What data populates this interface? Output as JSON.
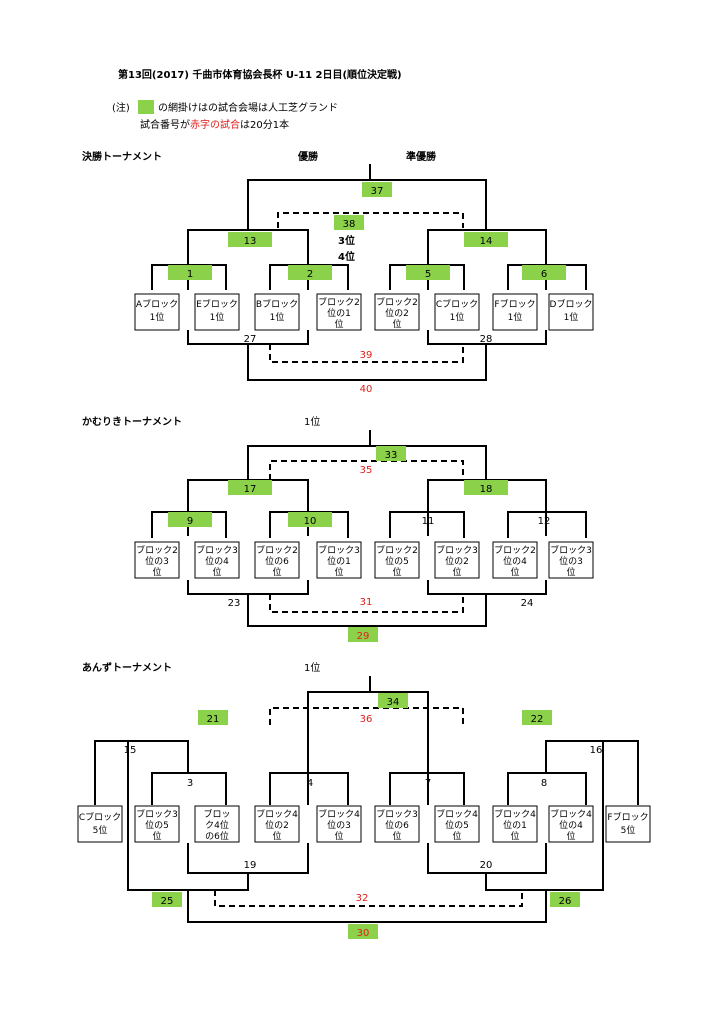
{
  "header": {
    "title": "第13回(2017) 千曲市体育協会長杯 U-11 2日目(順位決定戦)",
    "note_prefix": "(注)",
    "note_line1": "の網掛けはの試合会場は人工芝グランド",
    "note_line2a": "試合番号が",
    "note_line2b": "赤字の試合",
    "note_line2c": "は20分1本"
  },
  "colors": {
    "green": "#8cd14a",
    "red": "#e0201c"
  },
  "final": {
    "title": "決勝トーナメント",
    "winner_label": "優勝",
    "runner_label": "準優勝",
    "third_label": "3位",
    "fourth_label": "4位",
    "games": [
      "37",
      "38",
      "13",
      "14",
      "1",
      "2",
      "5",
      "6",
      "27",
      "28",
      "39",
      "40"
    ],
    "teams": [
      [
        "Aブロック",
        "1位",
        ""
      ],
      [
        "Eブロック",
        "1位",
        ""
      ],
      [
        "Bブロック",
        "1位",
        ""
      ],
      [
        "ブロック2",
        "位の1",
        "位"
      ],
      [
        "ブロック2",
        "位の2",
        "位"
      ],
      [
        "Cブロック",
        "1位",
        ""
      ],
      [
        "Fブロック",
        "1位",
        ""
      ],
      [
        "Dブロック",
        "1位",
        ""
      ]
    ]
  },
  "kamuriki": {
    "title": "かむりきトーナメント",
    "first_label": "1位",
    "games": [
      "33",
      "35",
      "17",
      "18",
      "9",
      "10",
      "11",
      "12",
      "23",
      "24",
      "31",
      "29"
    ],
    "teams": [
      [
        "ブロック2",
        "位の3",
        "位"
      ],
      [
        "ブロック3",
        "位の4",
        "位"
      ],
      [
        "ブロック2",
        "位の6",
        "位"
      ],
      [
        "ブロック3",
        "位の1",
        "位"
      ],
      [
        "ブロック2",
        "位の5",
        "位"
      ],
      [
        "ブロック3",
        "位の2",
        "位"
      ],
      [
        "ブロック2",
        "位の4",
        "位"
      ],
      [
        "ブロック3",
        "位の3",
        "位"
      ]
    ]
  },
  "anzu": {
    "title": "あんずトーナメント",
    "first_label": "1位",
    "games": [
      "34",
      "36",
      "21",
      "22",
      "15",
      "16",
      "3",
      "4",
      "7",
      "8",
      "19",
      "20",
      "25",
      "26",
      "32",
      "30"
    ],
    "teams": [
      [
        "Cブロック",
        "5位",
        ""
      ],
      [
        "ブロック3",
        "位の5",
        "位"
      ],
      [
        "ブロッ",
        "ク4位",
        "の6位"
      ],
      [
        "ブロック4",
        "位の2",
        "位"
      ],
      [
        "ブロック4",
        "位の3",
        "位"
      ],
      [
        "ブロック3",
        "位の6",
        "位"
      ],
      [
        "ブロック4",
        "位の5",
        "位"
      ],
      [
        "ブロック4",
        "位の1",
        "位"
      ],
      [
        "ブロック4",
        "位の4",
        "位"
      ],
      [
        "Fブロック",
        "5位",
        ""
      ]
    ]
  }
}
